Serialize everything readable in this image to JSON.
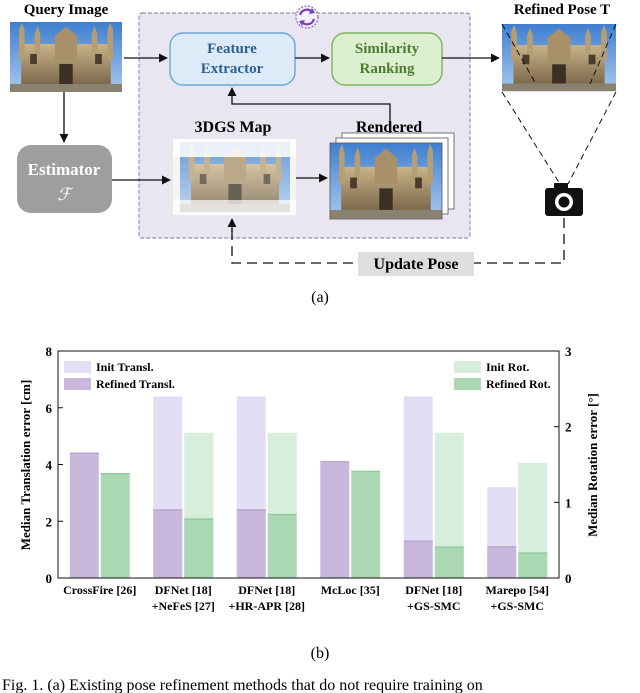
{
  "diagram": {
    "query_title": "Query Image",
    "refined_title": "Refined Pose T",
    "feature_extractor": [
      "Feature",
      "Extractor"
    ],
    "similarity_ranking": [
      "Similarity",
      "Ranking"
    ],
    "map_label": "3DGS Map",
    "rendered_label": "Rendered",
    "estimator": "Estimator",
    "estimator_symbol": "ℱ",
    "update_pose": "Update Pose",
    "caption_a": "(a)",
    "colors": {
      "panel_bg": "#e9e5f1",
      "panel_border": "#9a8fb8",
      "feature_fill": "#dcebf7",
      "feature_border": "#6aa5d6",
      "similarity_fill": "#dcefcf",
      "similarity_border": "#7cb35f",
      "estimator_fill": "#9e9e9e",
      "update_fill": "#dedede"
    }
  },
  "chart_data": {
    "type": "bar",
    "categories": [
      "CrossFire [26]",
      "DFNet [18]\n+NeFeS [27]",
      "DFNet [18]\n+HR-APR [28]",
      "McLoc [35]",
      "DFNet [18]\n+GS-SMC",
      "Marepo [54]\n+GS-SMC"
    ],
    "category_lines": [
      [
        "CrossFire [26]"
      ],
      [
        "DFNet [18]",
        "+NeFeS [27]"
      ],
      [
        "DFNet [18]",
        "+HR-APR [28]"
      ],
      [
        "McLoc [35]"
      ],
      [
        "DFNet [18]",
        "+GS-SMC"
      ],
      [
        "Marepo [54]",
        "+GS-SMC"
      ]
    ],
    "series": [
      {
        "name": "Init Transl.",
        "axis": "left",
        "values": [
          null,
          6.4,
          6.4,
          null,
          6.4,
          3.2
        ],
        "color": "#e3def3"
      },
      {
        "name": "Refined Transl.",
        "axis": "left",
        "values": [
          4.4,
          2.4,
          2.4,
          4.1,
          1.3,
          1.1
        ],
        "color": "#c9b7dc"
      },
      {
        "name": "Init Rot.",
        "axis": "right",
        "values": [
          null,
          1.92,
          1.92,
          null,
          1.92,
          1.52
        ],
        "color": "#d6eedb"
      },
      {
        "name": "Refined Rot.",
        "axis": "right",
        "values": [
          1.38,
          0.78,
          0.84,
          1.41,
          0.41,
          0.33
        ],
        "color": "#a9d8b3"
      }
    ],
    "ylabel": "Median Translation error [cm]",
    "y2label": "Median Rotation error [°]",
    "ylim": [
      0,
      8
    ],
    "y2lim": [
      0,
      3
    ],
    "yticks": [
      "0",
      "2",
      "4",
      "6",
      "8"
    ],
    "y2ticks": [
      "0",
      "1",
      "2",
      "3"
    ],
    "legend_left": "top-left",
    "legend_right": "top-right",
    "caption": "(b)"
  },
  "figure_caption": "Fig. 1.   (a) Existing pose refinement methods that do not require training on"
}
